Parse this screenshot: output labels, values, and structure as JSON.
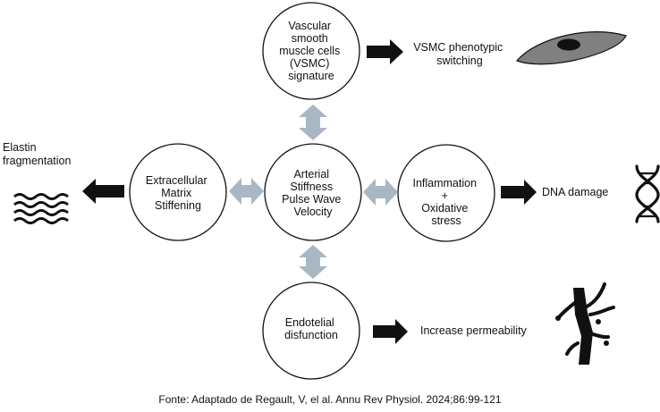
{
  "nodes": {
    "center": [
      "Arterial",
      "Stiffness",
      "Pulse Wave",
      "Velocity"
    ],
    "top": [
      "Vascular",
      "smooth",
      "muscle cells",
      "(VSMC)",
      "signature"
    ],
    "left": [
      "Extracellular",
      "Matrix",
      "Stiffening"
    ],
    "right": [
      "Inflammation",
      "+",
      "Oxidative",
      "stress"
    ],
    "bottom": [
      "Endotelial",
      "disfunction"
    ]
  },
  "outcomes": {
    "top": [
      "VSMC phenotypic",
      "switching"
    ],
    "left": [
      "Elastin",
      "fragmentation"
    ],
    "right": [
      "DNA damage"
    ],
    "bottom": [
      "Increase permeability"
    ]
  },
  "icons": {
    "top": "smooth-muscle-cell-icon",
    "left": "wavy-fibers-icon",
    "right": "dna-helix-icon",
    "bottom": "damaged-vessel-icon"
  },
  "colors": {
    "connector": "#a9b6c4",
    "arrow": "#111111",
    "cell": "#808080"
  },
  "caption": "Fonte: Adaptado de Regault, V, el al. Annu Rev Physiol. 2024;86:99-121"
}
